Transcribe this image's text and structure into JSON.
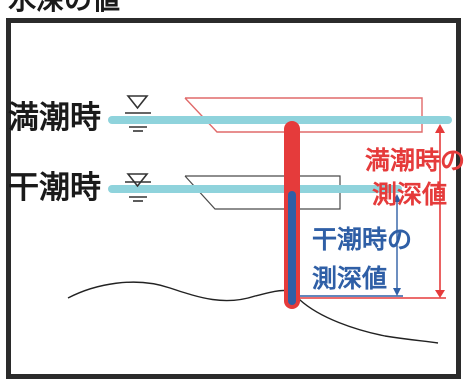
{
  "header_text": "水深の値",
  "labels": {
    "high_tide": "満潮時",
    "low_tide": "干潮時",
    "high_tide_depth": "満潮時の\n測深値",
    "low_tide_depth": "干潮時の\n測深値"
  },
  "colors": {
    "frame": "#2b2b2b",
    "water_line": "#8fd3dc",
    "pole_red": "#e53b3b",
    "pole_blue": "#2f5fa6",
    "ground": "#222222",
    "text_dark": "#1a1a1a"
  }
}
